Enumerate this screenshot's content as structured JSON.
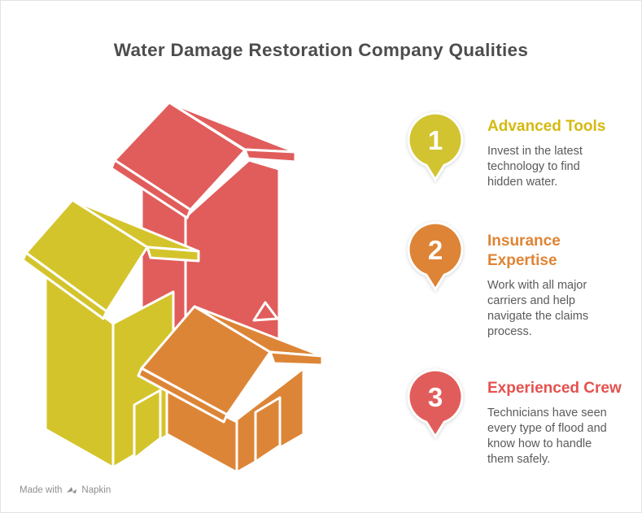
{
  "title": "Water Damage Restoration Company Qualities",
  "colors": {
    "background": "#ffffff",
    "title": "#4d4d4d",
    "body_text": "#5a5a5a",
    "watermark": "#8f8f8f"
  },
  "illustration": {
    "houses": [
      {
        "id": "red-house",
        "color": "#e05d5b"
      },
      {
        "id": "yellow-house",
        "color": "#d4c42c"
      },
      {
        "id": "orange-house",
        "color": "#dd8536"
      }
    ]
  },
  "items": [
    {
      "number": "1",
      "pin_color": "#d2c430",
      "heading_color": "#d5b911",
      "heading_lines": [
        "Advanced Tools"
      ],
      "body": [
        "Invest in the latest",
        "technology to find",
        "hidden water."
      ]
    },
    {
      "number": "2",
      "pin_color": "#dd8436",
      "heading_color": "#df8434",
      "heading_lines": [
        "Insurance",
        "Expertise"
      ],
      "body": [
        "Work with all major",
        "carriers and help",
        "navigate the claims",
        "process."
      ]
    },
    {
      "number": "3",
      "pin_color": "#e15d5b",
      "heading_color": "#e5514e",
      "heading_lines": [
        "Experienced Crew"
      ],
      "body": [
        "Technicians have seen",
        "every type of flood and",
        "know how to handle",
        "them safely."
      ]
    }
  ],
  "footer": {
    "made_with": "Made with",
    "brand": "Napkin"
  }
}
